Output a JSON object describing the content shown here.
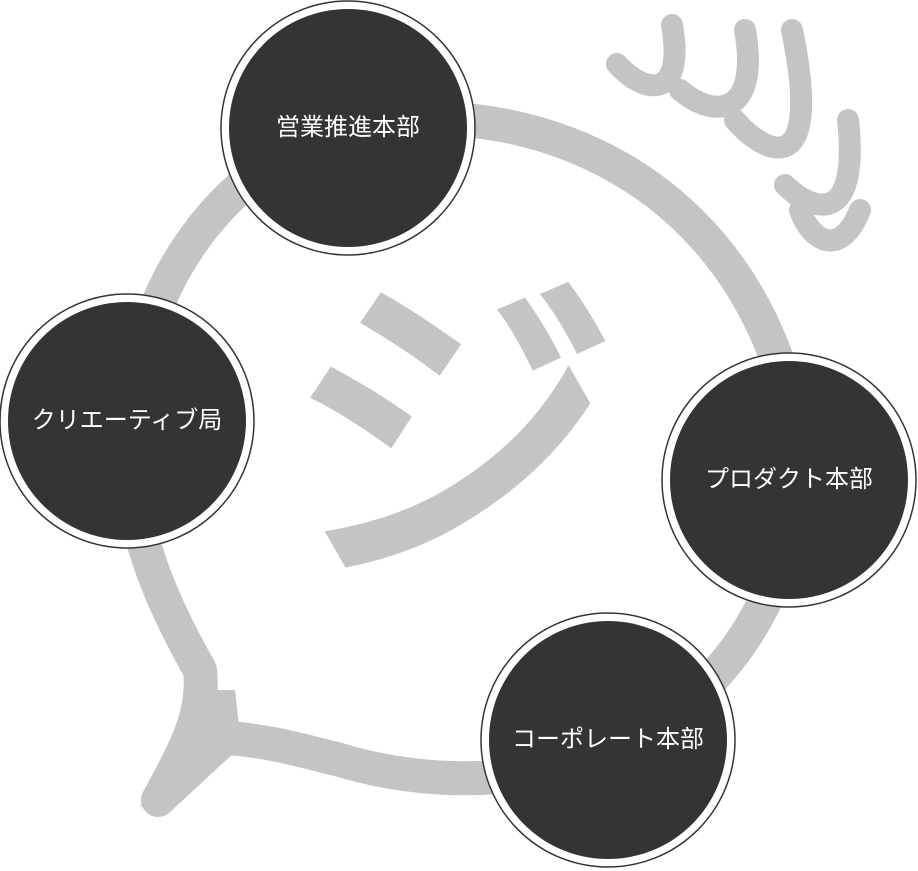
{
  "colors": {
    "bubble": "#c3c4c4",
    "node_fill": "#353433",
    "node_ring": "#353433",
    "node_text": "#ffffff",
    "background": "#ffffff"
  },
  "center": {
    "glyph": "ジ"
  },
  "nodes": [
    {
      "label": "営業推進本部"
    },
    {
      "label": "クリエーティブ局"
    },
    {
      "label": "プロダクト本部"
    },
    {
      "label": "コーポレート本部"
    }
  ]
}
